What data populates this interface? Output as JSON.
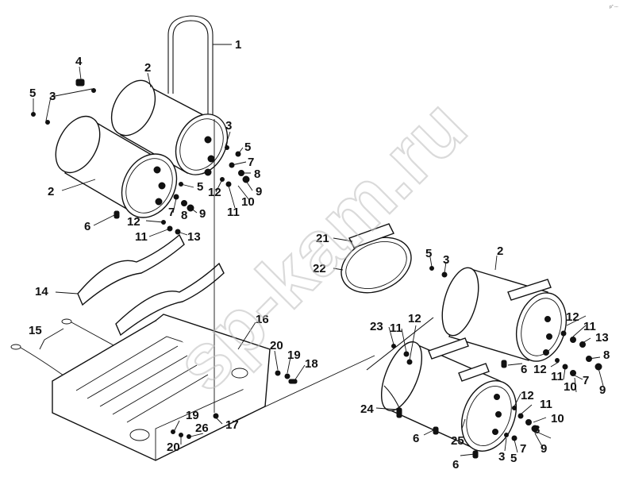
{
  "watermark": "sp-kam.ru",
  "corner_text": "p\" ---",
  "labels": [
    {
      "id": "1a",
      "text": "1"
    },
    {
      "id": "2a",
      "text": "2"
    },
    {
      "id": "2b",
      "text": "2"
    },
    {
      "id": "2c",
      "text": "2"
    },
    {
      "id": "3a",
      "text": "3"
    },
    {
      "id": "3b",
      "text": "3"
    },
    {
      "id": "3c",
      "text": "3"
    },
    {
      "id": "3d",
      "text": "3"
    },
    {
      "id": "4a",
      "text": "4"
    },
    {
      "id": "5a",
      "text": "5"
    },
    {
      "id": "5b",
      "text": "5"
    },
    {
      "id": "5c",
      "text": "5"
    },
    {
      "id": "5d",
      "text": "5"
    },
    {
      "id": "5e",
      "text": "5"
    },
    {
      "id": "6a",
      "text": "6"
    },
    {
      "id": "6b",
      "text": "6"
    },
    {
      "id": "6c",
      "text": "6"
    },
    {
      "id": "6d",
      "text": "6"
    },
    {
      "id": "7a",
      "text": "7"
    },
    {
      "id": "7b",
      "text": "7"
    },
    {
      "id": "7c",
      "text": "7"
    },
    {
      "id": "7d",
      "text": "7"
    },
    {
      "id": "8a",
      "text": "8"
    },
    {
      "id": "8b",
      "text": "8"
    },
    {
      "id": "8c",
      "text": "8"
    },
    {
      "id": "8d",
      "text": "8"
    },
    {
      "id": "9a",
      "text": "9"
    },
    {
      "id": "9b",
      "text": "9"
    },
    {
      "id": "9c",
      "text": "9"
    },
    {
      "id": "9d",
      "text": "9"
    },
    {
      "id": "10a",
      "text": "10"
    },
    {
      "id": "10b",
      "text": "10"
    },
    {
      "id": "10c",
      "text": "10"
    },
    {
      "id": "11a",
      "text": "11"
    },
    {
      "id": "11b",
      "text": "11"
    },
    {
      "id": "11c",
      "text": "11"
    },
    {
      "id": "11d",
      "text": "11"
    },
    {
      "id": "11e",
      "text": "11"
    },
    {
      "id": "11f",
      "text": "11"
    },
    {
      "id": "12a",
      "text": "12"
    },
    {
      "id": "12b",
      "text": "12"
    },
    {
      "id": "12c",
      "text": "12"
    },
    {
      "id": "12d",
      "text": "12"
    },
    {
      "id": "12e",
      "text": "12"
    },
    {
      "id": "12f",
      "text": "12"
    },
    {
      "id": "12g",
      "text": "12"
    },
    {
      "id": "13a",
      "text": "13"
    },
    {
      "id": "13b",
      "text": "13"
    },
    {
      "id": "14a",
      "text": "14"
    },
    {
      "id": "15a",
      "text": "15"
    },
    {
      "id": "16a",
      "text": "16"
    },
    {
      "id": "17a",
      "text": "17"
    },
    {
      "id": "18a",
      "text": "18"
    },
    {
      "id": "19a",
      "text": "19"
    },
    {
      "id": "19b",
      "text": "19"
    },
    {
      "id": "20a",
      "text": "20"
    },
    {
      "id": "20b",
      "text": "20"
    },
    {
      "id": "21a",
      "text": "21"
    },
    {
      "id": "22a",
      "text": "22"
    },
    {
      "id": "23a",
      "text": "23"
    },
    {
      "id": "24a",
      "text": "24"
    },
    {
      "id": "25a",
      "text": "25"
    },
    {
      "id": "26a",
      "text": "26"
    }
  ]
}
